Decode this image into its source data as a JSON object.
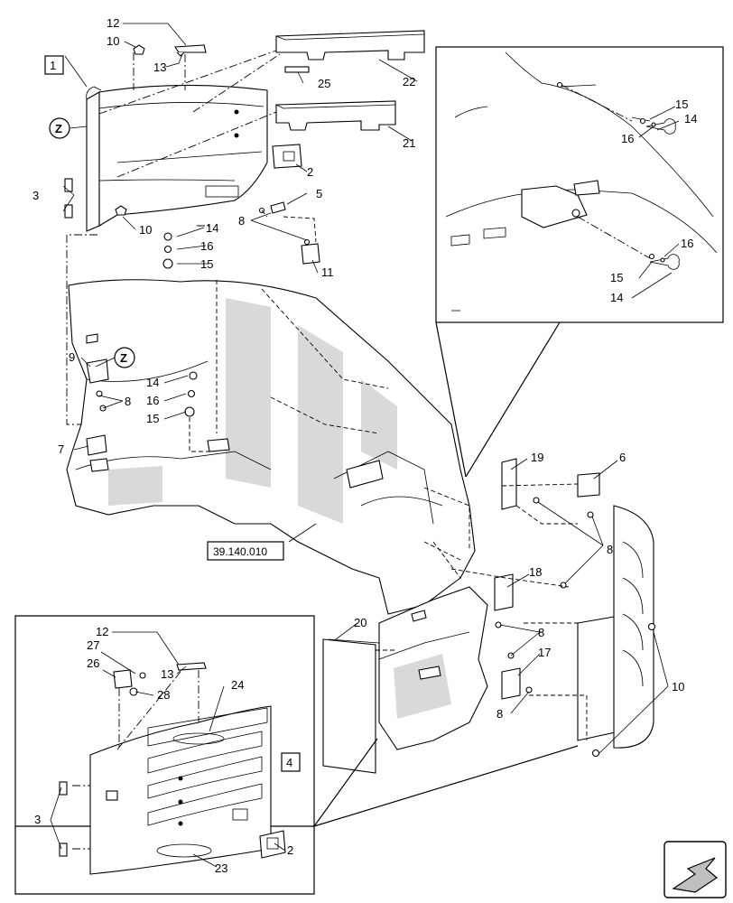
{
  "callouts": {
    "c1": "1",
    "c2a": "2",
    "c2b": "2",
    "c3a": "3",
    "c3b": "3",
    "c4": "4",
    "c5": "5",
    "c6": "6",
    "c7": "7",
    "c8a": "8",
    "c8b": "8",
    "c8c": "8",
    "c8d": "8",
    "c8e": "8",
    "c9": "9",
    "c10a": "10",
    "c10b": "10",
    "c10c": "10",
    "c11": "11",
    "c12a": "12",
    "c12b": "12",
    "c13a": "13",
    "c13b": "13",
    "c14a": "14",
    "c14b": "14",
    "c14c": "14",
    "c14d": "14",
    "c15a": "15",
    "c15b": "15",
    "c15c": "15",
    "c15d": "15",
    "c16a": "16",
    "c16b": "16",
    "c16c": "16",
    "c16d": "16",
    "c17": "17",
    "c18": "18",
    "c19": "19",
    "c20": "20",
    "c21": "21",
    "c22": "22",
    "c23": "23",
    "c24": "24",
    "c25": "25",
    "c26": "26",
    "c27": "27",
    "c28": "28"
  },
  "detail_marks": {
    "z1": "Z",
    "z2": "Z"
  },
  "reference": "39.140.010",
  "nav_icon": "arrow-icon"
}
